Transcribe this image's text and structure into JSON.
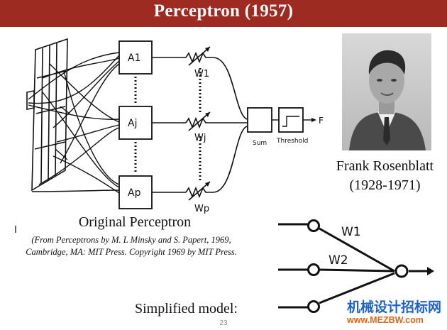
{
  "slide": {
    "title": "Perceptron (1957)",
    "page_number": "23"
  },
  "diagram": {
    "units": [
      "A1",
      "Aj",
      "Ap"
    ],
    "weights": [
      "W1",
      "Wj",
      "Wp"
    ],
    "sum_label": "Sum",
    "threshold_label": "Threshold",
    "output_label": "F"
  },
  "portrait": {
    "name": "Frank Rosenblatt",
    "years": "(1928-1971)"
  },
  "captions": {
    "original": "Original Perceptron",
    "citation": "(From Perceptrons by M. L Minsky and S. Papert, 1969, Cambridge, MA: MIT Press. Copyright 1969 by MIT Press.",
    "simplified": "Simplified model:"
  },
  "simplified_model": {
    "weights": [
      "W1",
      "W2"
    ]
  },
  "watermark": {
    "text": "机械设计招标网",
    "url": "www.MEZBW.com"
  }
}
